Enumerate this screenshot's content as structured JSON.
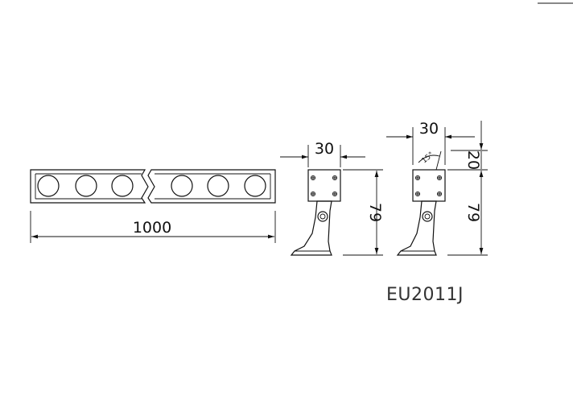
{
  "dimensions": {
    "length": "1000",
    "side_width": "30",
    "side_height": "79",
    "angled_width": "30",
    "angled_extra_height": "20",
    "angled_height": "79",
    "angle_label": "15°"
  },
  "model_code": "EU2011J"
}
